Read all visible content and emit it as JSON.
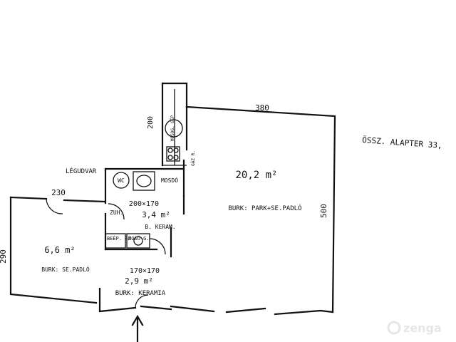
{
  "plan": {
    "summary_label": "ÖSSZ. ALAPTER 33,",
    "rooms": {
      "main": {
        "area": "20,2 m²",
        "floor": "BURK: PARK+SE.PADLÓ"
      },
      "left": {
        "area": "6,6 m²",
        "floor": "BURK: SE.PADLÓ"
      },
      "bath": {
        "area": "3,4 m²",
        "floor": "B. KERAM.",
        "shower": "ZUH."
      },
      "hall": {
        "size": "170×170",
        "area": "2,9 m²",
        "floor": "BURK: KERAMIA"
      }
    },
    "dimensions": {
      "top": "380",
      "right": "500",
      "left_top": "230",
      "left_side": "290",
      "kitchen": "200",
      "bath": "200×170"
    },
    "fixtures": {
      "wc": "WC",
      "washbasin": "MOSDÓ",
      "washer": "MOSÓ G.",
      "built_in": "BEÉP. SZ.",
      "dishwasher": "MOSOG. GÉP",
      "gas_stove": "GÁZ R.",
      "airshaft": "LÉGUDVAR"
    }
  },
  "watermark": {
    "text": "zenga"
  }
}
